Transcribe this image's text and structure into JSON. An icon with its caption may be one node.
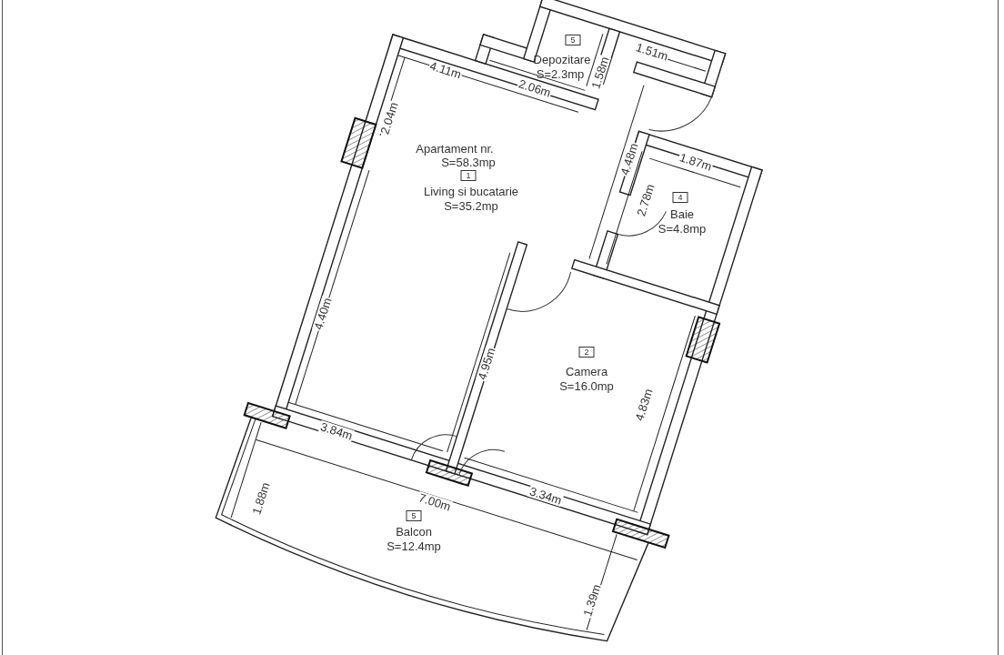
{
  "diagram": {
    "nodes": [
      {
        "text": [
          "5"
        ],
        "beside": [
          "Depozitare",
          "S=2.3mp"
        ]
      },
      {
        "text": [
          "1"
        ],
        "beside": [
          "Living si bucatarie",
          "S=35.2mp"
        ]
      },
      {
        "text": [
          "4"
        ],
        "beside": [
          "Baie",
          "S=4.8mp"
        ]
      },
      {
        "text": [
          "2"
        ],
        "beside": [
          "Camera",
          "S=16.0mp"
        ]
      },
      {
        "text": [
          "5"
        ],
        "beside": [
          "Balcon",
          "S=12.4mp"
        ]
      }
    ],
    "labels": [
      "1.51m",
      "1.58m",
      "2.06m",
      "4.11m",
      "2.04m",
      "Apartament nr.",
      "S=58.3mp",
      "4.48m",
      "1.87m",
      "2.78m",
      "4.40m",
      "4.95m",
      "4.83m",
      "3.84m",
      "3.34m",
      "7.00m",
      "1.88m",
      "1.39m"
    ]
  }
}
